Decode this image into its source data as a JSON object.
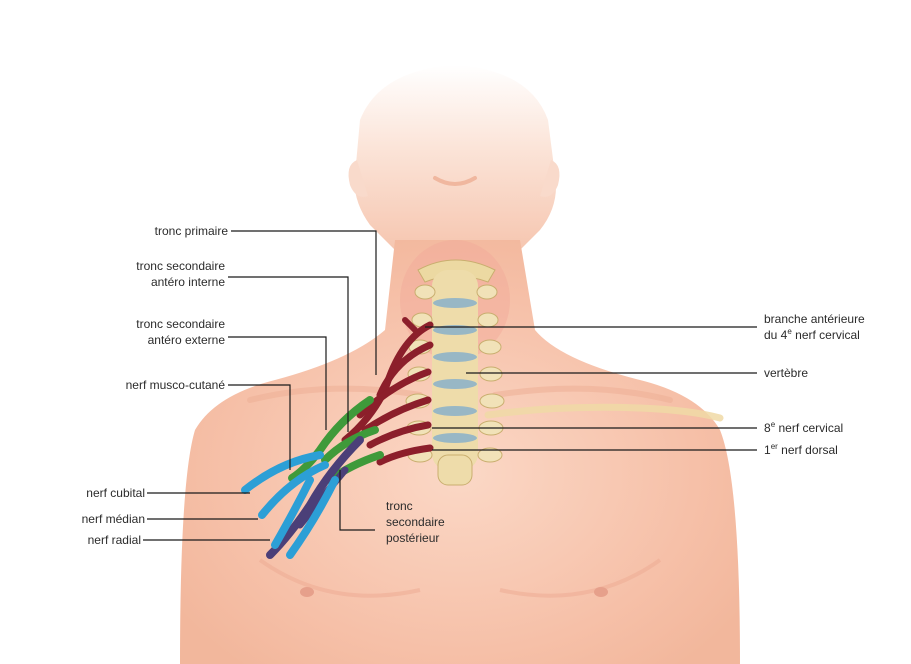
{
  "labels": {
    "tronc_primaire": "tronc primaire",
    "tronc_sec_ant_int_1": "tronc secondaire",
    "tronc_sec_ant_int_2": "antéro interne",
    "tronc_sec_ant_ext_1": "tronc secondaire",
    "tronc_sec_ant_ext_2": "antéro externe",
    "nerf_musculo": "nerf musco-cutané",
    "nerf_cubital": "nerf cubital",
    "nerf_median": "nerf médian",
    "nerf_radial": "nerf radial",
    "tronc_post_1": "tronc",
    "tronc_post_2": "secondaire",
    "tronc_post_3": "postérieur",
    "branche_1": "branche antérieure",
    "branche_2a": "du 4",
    "branche_2sup": "e",
    "branche_2b": " nerf cervical",
    "vertebre": "vertèbre",
    "cervical8_a": "8",
    "cervical8_sup": "e",
    "cervical8_b": " nerf cervical",
    "dorsal1_a": "1",
    "dorsal1_sup": "er",
    "dorsal1_b": " nerf dorsal"
  },
  "colors": {
    "skin": "#f7c9b4",
    "skin_dark": "#eeae96",
    "nerve_red": "#8c1f2b",
    "nerve_green": "#3f9a3a",
    "nerve_blue": "#2c9fd6",
    "nerve_purple": "#4b3f78",
    "bone": "#ead8a6",
    "disc": "#8fb3c9",
    "line": "#1a1a1a"
  }
}
